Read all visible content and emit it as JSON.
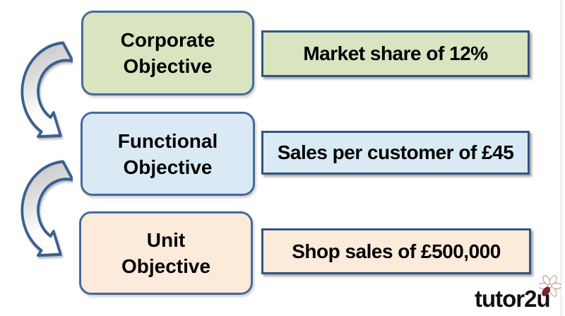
{
  "rows": [
    {
      "objective": "Corporate\nObjective",
      "target": "Market share of 12%"
    },
    {
      "objective": "Functional\nObjective",
      "target": "Sales per customer of £45"
    },
    {
      "objective": "Unit\nObjective",
      "target": "Shop sales of £500,000"
    }
  ],
  "arrows": [
    {
      "icon": "curved-arrow-icon",
      "meaning": "cascades down to"
    },
    {
      "icon": "curved-arrow-icon",
      "meaning": "cascades down to"
    }
  ],
  "logo": {
    "text": "tutor2u",
    "icon": "flower-icon"
  },
  "colors": {
    "corporate_fill": "#d9e4c0",
    "functional_fill": "#daeaf4",
    "unit_fill": "#fceada",
    "rounded_border": "#45699c",
    "rect_border": "#31567e",
    "arrow_stroke": "#3a6191",
    "arrow_gray": "#bfbfbf",
    "logo_maroon": "#7a2334",
    "text": "#000000"
  }
}
